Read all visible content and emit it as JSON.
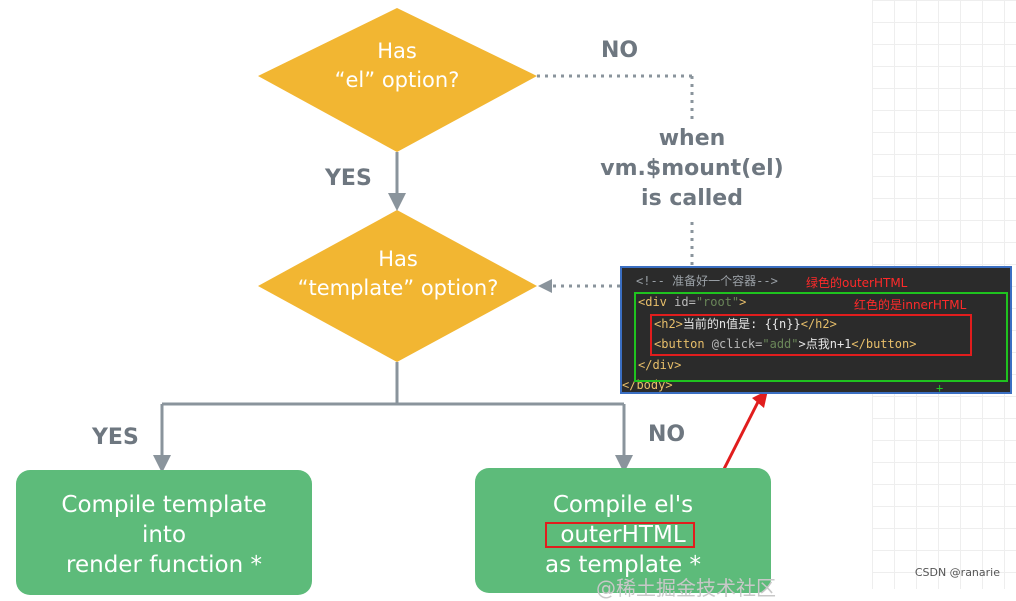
{
  "diamond1": {
    "line1": "Has",
    "line2": "“el” option?"
  },
  "diamond2": {
    "line1": "Has",
    "line2": "“template” option?"
  },
  "labels": {
    "no_top": "NO",
    "yes_top": "YES",
    "yes_left": "YES",
    "no_right": "NO"
  },
  "note": {
    "line1": "when",
    "line2": "vm.$mount(el)",
    "line3": "is called"
  },
  "box_left": {
    "line1": "Compile template",
    "line2": "into",
    "line3": "render function *"
  },
  "box_right": {
    "line1": "Compile el's",
    "line2": "outerHTML",
    "line3": "as template *"
  },
  "code": {
    "comment": "<!-- 准备好一个容器-->",
    "div_open_tag": "<div ",
    "div_attr": "id=",
    "div_val": "\"root\"",
    "div_close_bracket": ">",
    "h2_open": "<h2>",
    "h2_text": "当前的n值是: {{n}}",
    "h2_close": "</h2>",
    "btn_open": "<button ",
    "btn_attr": "@click=",
    "btn_val": "\"add\"",
    "btn_text": ">点我n+1",
    "btn_close": "</button>",
    "div_close": "</div>",
    "body_close": "</body>",
    "plus": "+"
  },
  "annotations": {
    "green_note": "绿色的outerHTML",
    "red_note": "红色的是innerHTML"
  },
  "watermark": {
    "csdn": "CSDN @ranarie",
    "cn": "@稀土掘金技术社区"
  },
  "colors": {
    "diamond": "#f2b632",
    "box": "#5dbb7a",
    "connector": "#8a949c",
    "highlight_red": "#e11d1d",
    "highlight_green": "#1fc31f"
  }
}
